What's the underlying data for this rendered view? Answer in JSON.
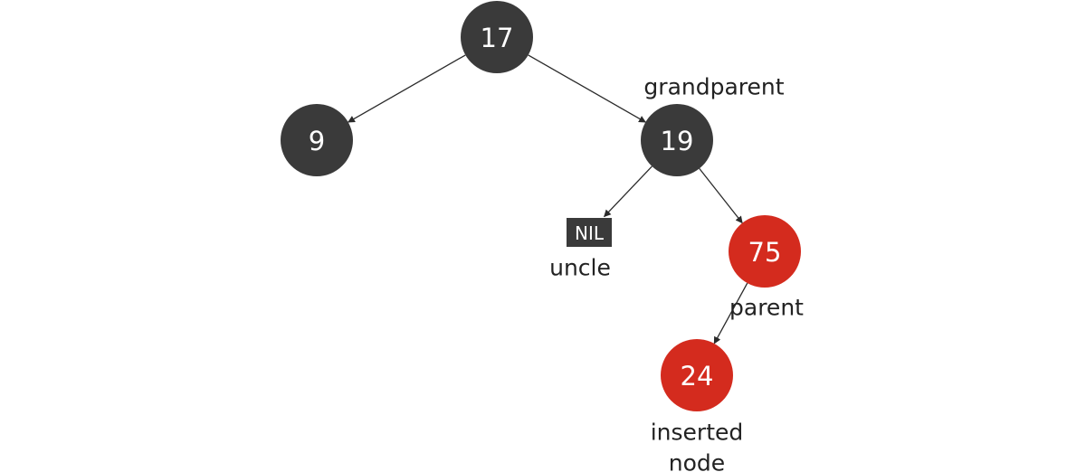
{
  "colors": {
    "black_node": "#3a3a3a",
    "red_node": "#d42b1e",
    "edge": "#2a2a2a",
    "text_on_node": "#ffffff",
    "annotation_text": "#222222"
  },
  "tree": {
    "nodes": [
      {
        "id": "n17",
        "label": "17",
        "color": "black"
      },
      {
        "id": "n9",
        "label": "9",
        "color": "black"
      },
      {
        "id": "n19",
        "label": "19",
        "color": "black"
      },
      {
        "id": "nil",
        "label": "NIL",
        "color": "black",
        "kind": "nil"
      },
      {
        "id": "n75",
        "label": "75",
        "color": "red"
      },
      {
        "id": "n24",
        "label": "24",
        "color": "red"
      }
    ],
    "edges": [
      {
        "from": "n17",
        "to": "n9"
      },
      {
        "from": "n17",
        "to": "n19"
      },
      {
        "from": "n19",
        "to": "nil"
      },
      {
        "from": "n19",
        "to": "n75"
      },
      {
        "from": "n75",
        "to": "n24"
      }
    ]
  },
  "annotations": {
    "grandparent": "grandparent",
    "uncle": "uncle",
    "parent": "parent",
    "inserted_line1": "inserted",
    "inserted_line2": "node"
  }
}
